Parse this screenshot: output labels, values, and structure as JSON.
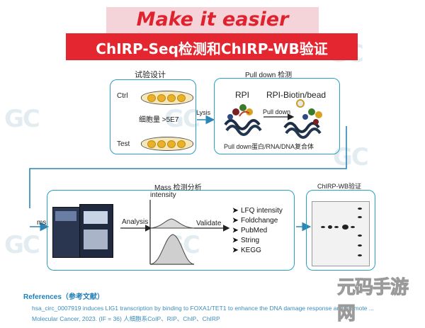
{
  "header": {
    "tagline": "Make it easier",
    "title": "ChIRP-Seq检测和ChIRP-WB验证"
  },
  "watermark": {
    "text": "GC"
  },
  "design_panel": {
    "title": "试验设计",
    "ctrl_label": "Ctrl",
    "cell_count": "细胞量 >5E7",
    "test_label": "Test"
  },
  "lysis_label": "Lysis",
  "pulldown_panel": {
    "title": "Pull down  检测",
    "rpi_label": "RPI",
    "rpi_biotin_label": "RPI-Biotin/bead",
    "arrow_label": "Pull down",
    "caption": "Pull down蛋白/RNA/DNA复合体"
  },
  "ms_label": "ms",
  "mass_panel": {
    "title": "Mass 检测分析",
    "intensity_label": "intensity",
    "analysis_label": "Analysis",
    "validate_label": "Validate",
    "methods": [
      "LFQ intensity",
      "Foldchange",
      "PubMed",
      "String",
      "KEGG"
    ],
    "bullet": "➤"
  },
  "wb_panel": {
    "title": "ChIRP-WB验证"
  },
  "references": {
    "title": "References（参考文献）",
    "line1": "hsa_circ_0007919 induces LIG1 transcription by binding to FOXA1/TET1 to enhance the DNA damage response and promote ...",
    "line2": "Molecular Cancer, 2023. (IF = 36) 人细胞系CoIP、RIP、ChIP、ChIRP"
  },
  "corner_watermark": "元码手游网",
  "colors": {
    "accent_red": "#e3262f",
    "banner_pink": "#f4d4d9",
    "panel_border": "#2a9fc3",
    "arrow": "#2a86b5"
  }
}
